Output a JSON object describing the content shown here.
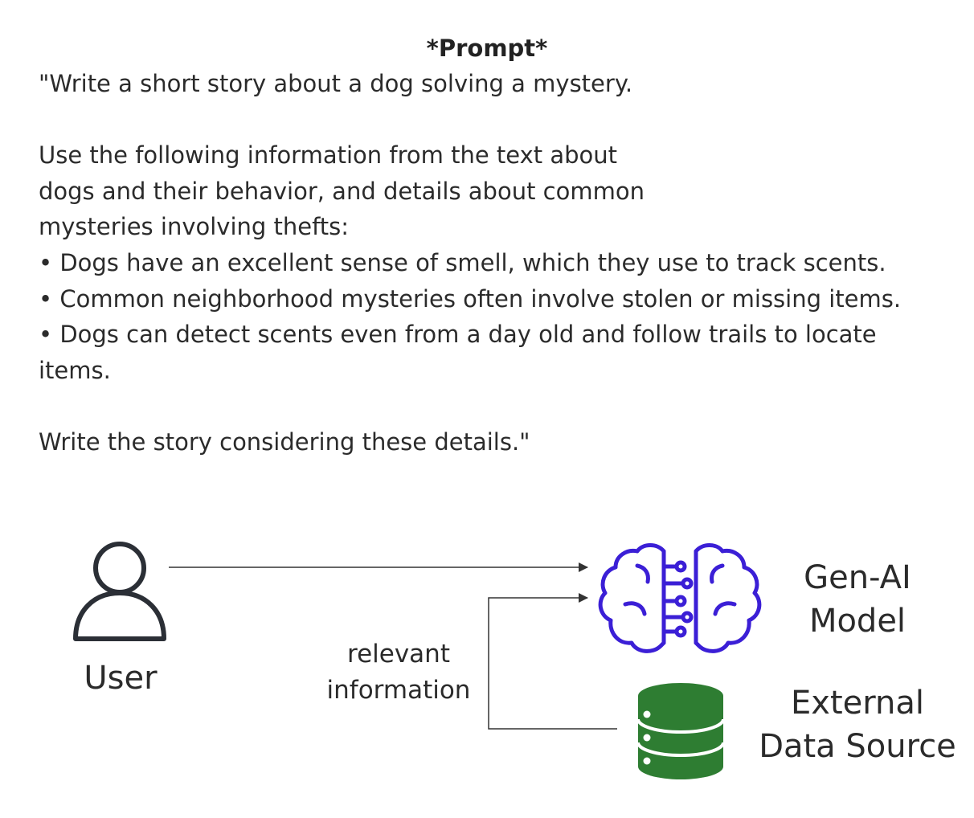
{
  "prompt": {
    "title": "*Prompt*",
    "lines": [
      "\"Write a short story about a dog solving a mystery.",
      "Use the following information from the text about",
      "dogs and their behavior, and details about common",
      "mysteries involving thefts:",
      "• Dogs have an excellent sense of smell, which they use to track scents.",
      "• Common neighborhood mysteries often involve stolen or missing items.",
      "• Dogs can detect scents even from a day old and follow trails to locate",
      "items.",
      "Write the story considering these details.\""
    ]
  },
  "diagram": {
    "user_label": "User",
    "edge_label_line1": "relevant",
    "edge_label_line2": "information",
    "model_label_line1": "Gen-AI",
    "model_label_line2": "Model",
    "source_label_line1": "External",
    "source_label_line2": "Data Source",
    "icons": {
      "user": "user-icon",
      "model": "brain-circuit-icon",
      "source": "database-icon"
    },
    "colors": {
      "model_icon": "#3b1fd6",
      "source_icon": "#2e7d32",
      "user_icon": "#2b2f36",
      "connector": "#333333"
    }
  }
}
